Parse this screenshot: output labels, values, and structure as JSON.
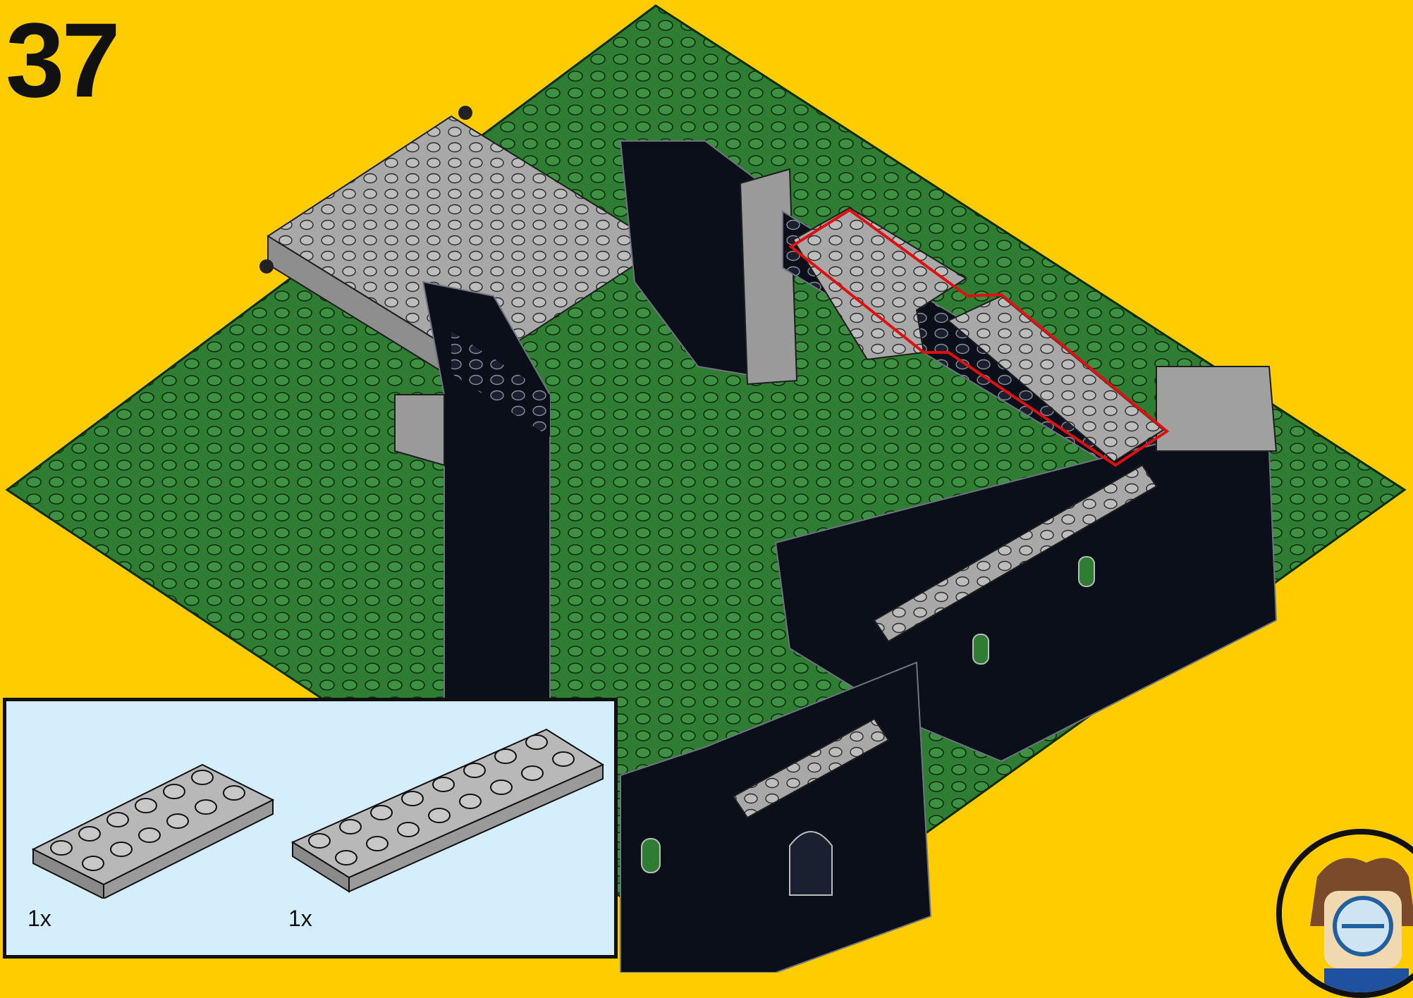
{
  "step": {
    "number": "37"
  },
  "colors": {
    "background": "#FFCC00",
    "baseplate": "#2E7D32",
    "wall": "#0B0F1A",
    "plate": "#A8A8A8",
    "highlight": "#E01010",
    "parts_panel": "#D5EEFB"
  },
  "parts": [
    {
      "name": "plate-2x6",
      "color": "light-gray",
      "quantity": "1x"
    },
    {
      "name": "plate-2x8",
      "color": "light-gray",
      "quantity": "1x"
    }
  ],
  "avatar": {
    "icon": "builder-avatar-icon"
  }
}
